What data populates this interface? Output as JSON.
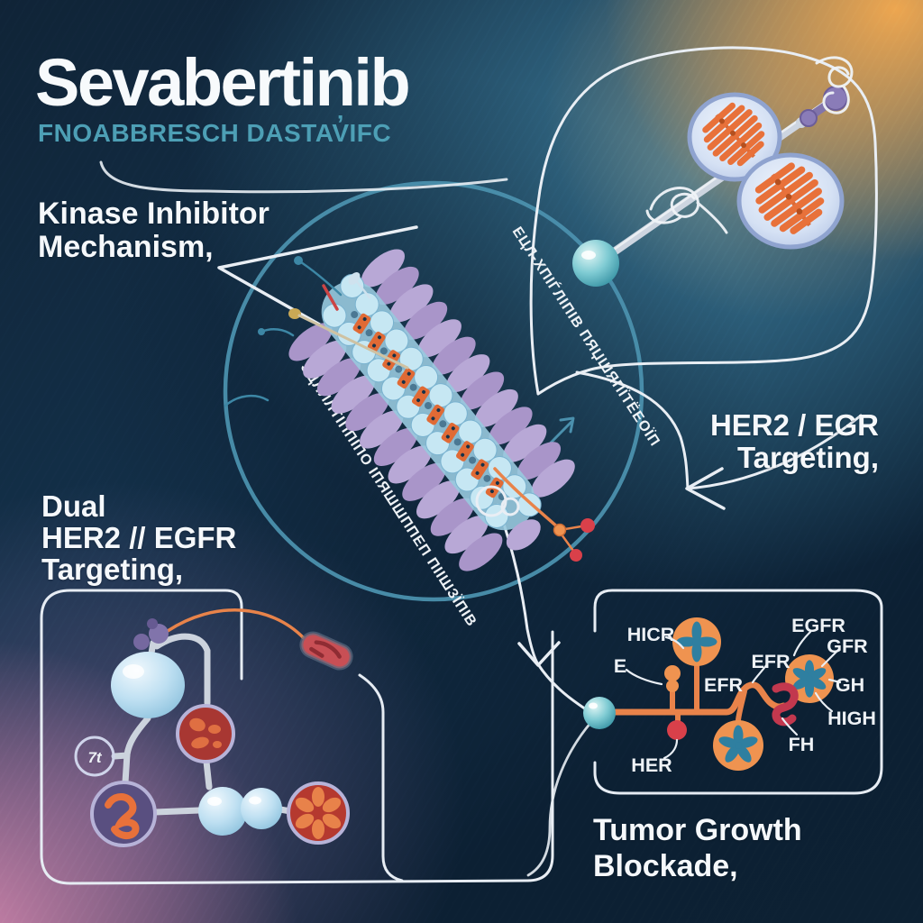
{
  "title": "Sevabertinib",
  "subtitle": "FNOABBRESCH DASTAV̓IFC",
  "headings": {
    "kinase_line1": "Kinase Inhibitor",
    "kinase_line2": "Mechanism,",
    "dual_line1": "Dual",
    "dual_line2": "HER2 // EGFR",
    "dual_line3": "Targeting,",
    "her2_line1": "HER2 / EGR",
    "her2_line2": "Targeting,",
    "tumor_line1": "Tumor Growth",
    "tumor_line2": "Blockade,"
  },
  "molecule": {
    "label_diagonal_top": "EЦЛ-ХПІЃЛІПІВ ПЯЏШЯПЇТЁЕОЇП",
    "label_diagonal_bottom": "ЗЦЛЛЛТІППІПО ІПЯШШППЕП ПІІШЗЇПІВ"
  },
  "dual_panel": {
    "node_label": "7t"
  },
  "pathway_panel": {
    "label_hicr": "HICR",
    "label_e": "E",
    "label_efr_center": "EFR",
    "label_her": "HER",
    "label_efr_right": "EFR",
    "label_fh": "FH",
    "label_egfr": "EGFR",
    "label_gfr": "GFR",
    "label_gh": "GH",
    "label_high": "HIGH"
  },
  "colors": {
    "background_navy": "#102437",
    "teal_accent": "#4b90ad",
    "orange_glow": "#f2a64f",
    "pink_glow": "#dd8fb5",
    "title_white": "#f7fafc",
    "subtitle_teal": "#4d9fb5",
    "pathway_orange": "#e8834a",
    "node_orange": "#ef9350",
    "node_red": "#d9404a",
    "asterisk_teal": "#2f7fa0",
    "lavender": "#b8a8d6",
    "core_blue": "#a9d6e9",
    "outline_white": "#e9eef4"
  }
}
